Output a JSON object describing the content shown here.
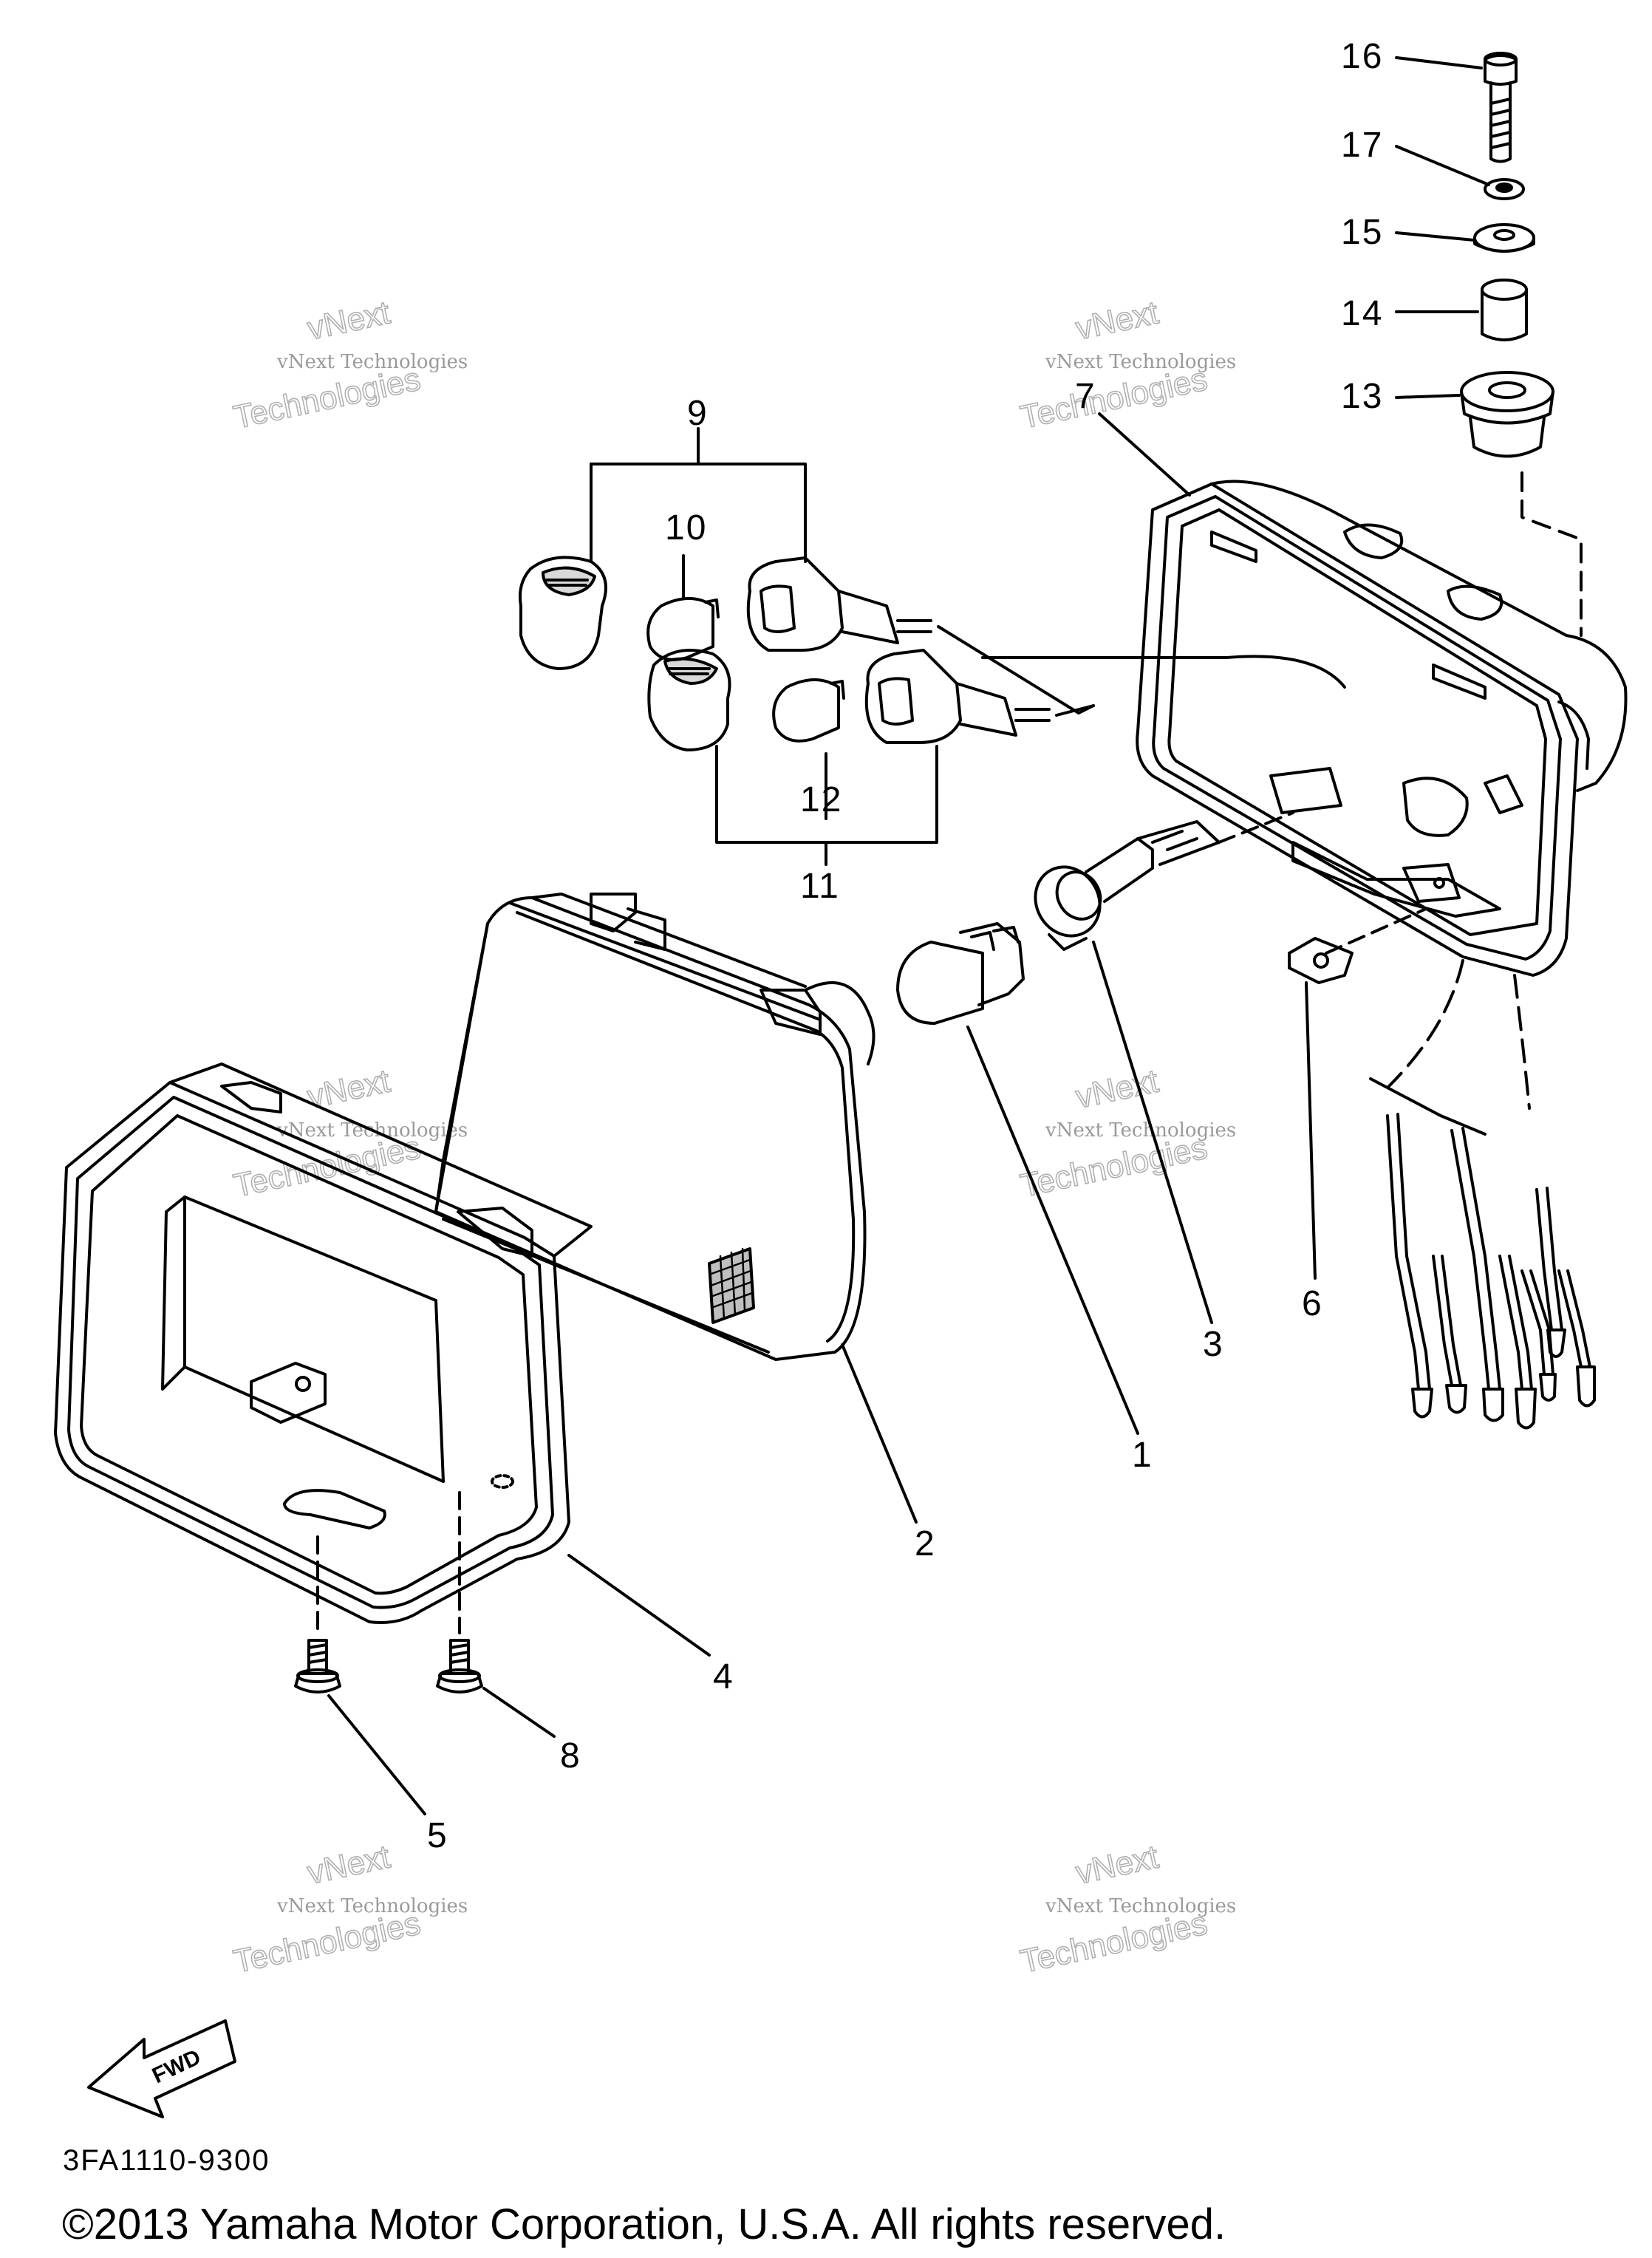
{
  "diagram": {
    "part_labels": [
      "16",
      "17",
      "15",
      "14",
      "13",
      "7",
      "9",
      "10",
      "12",
      "11",
      "1",
      "3",
      "6",
      "2",
      "4",
      "8",
      "5"
    ],
    "watermark": {
      "line1": "vNext Technologies",
      "line2": "vNext",
      "line3": "Technologies"
    },
    "fwd_label": "FWD",
    "drawing_code": "3FA1110-9300",
    "copyright": "©2013 Yamaha Motor Corporation, U.S.A. All rights reserved."
  }
}
